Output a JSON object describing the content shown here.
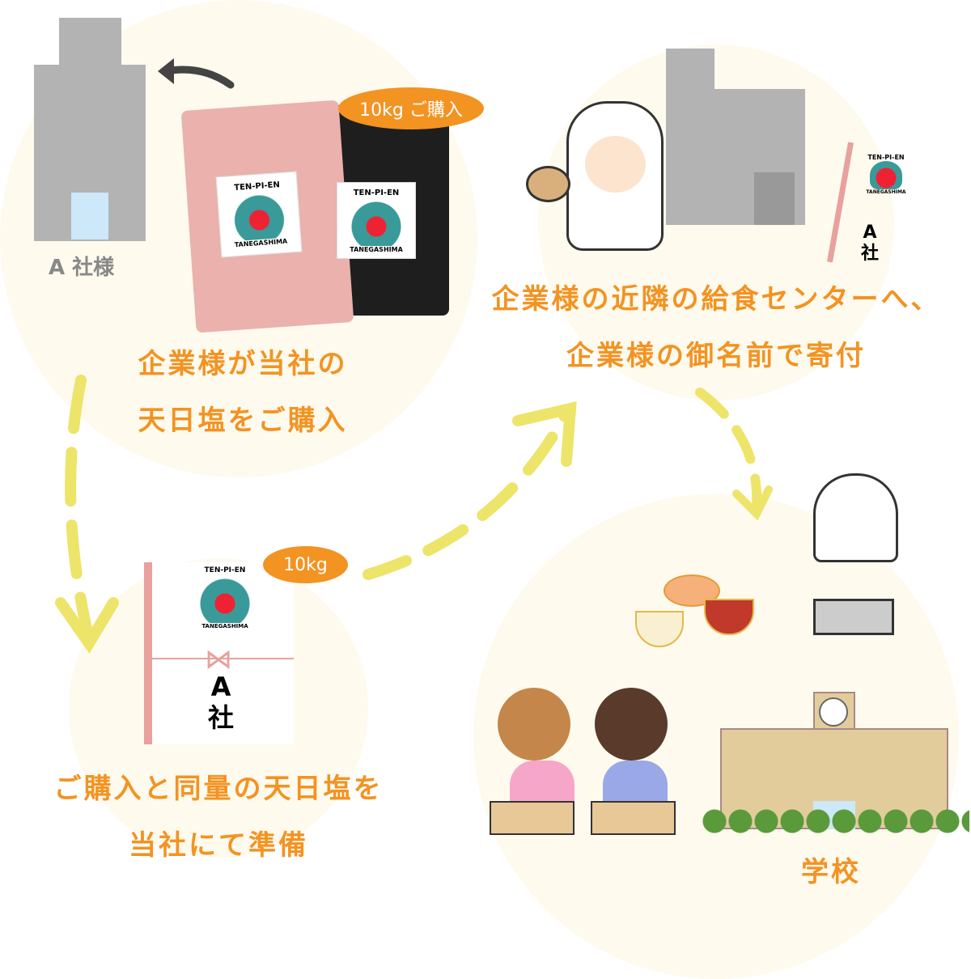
{
  "step1": {
    "company_label": "A 社様",
    "badge": "10kg ご購入",
    "caption_lines": [
      "企業様が当社の",
      "天日塩をご購入"
    ],
    "product_brand": "TEN-PI-EN",
    "product_sub": "TANEGASHIMA"
  },
  "step2": {
    "badge": "10kg",
    "noshi_name": [
      "A",
      "社"
    ],
    "caption_lines": [
      "ご購入と同量の天日塩を",
      "当社にて準備"
    ],
    "product_brand": "TEN-PI-EN",
    "product_sub": "TANEGASHIMA"
  },
  "step3": {
    "noshi_name": [
      "A",
      "社"
    ],
    "caption_lines": [
      "企業様の近隣の給食センターへ、",
      "企業様の御名前で寄付"
    ],
    "product_brand": "TEN-PI-EN",
    "product_sub": "TANEGASHIMA"
  },
  "step4": {
    "school_label": "学校"
  },
  "colors": {
    "accent": "#f39322",
    "arrow": "#ede46a",
    "background_circle": "#fefaee",
    "building": "#b3b3b3"
  }
}
